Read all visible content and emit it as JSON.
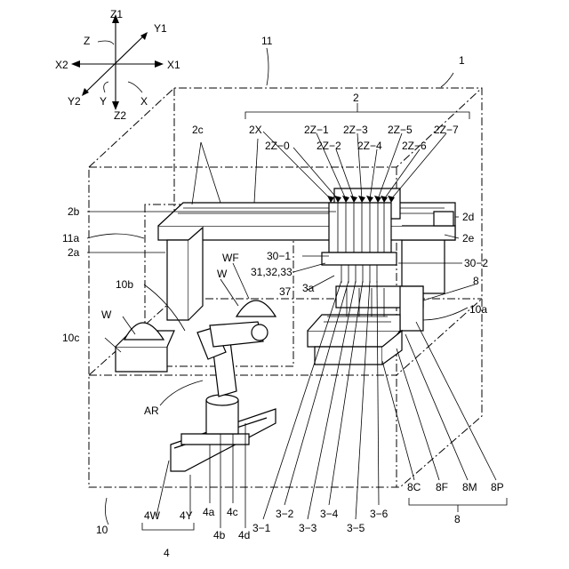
{
  "axes": {
    "z1": "Z1",
    "z2": "Z2",
    "z": "Z",
    "y1": "Y1",
    "y2": "Y2",
    "y": "Y",
    "x1": "X1",
    "x2": "X2",
    "x": "X"
  },
  "labels": {
    "l1": "1",
    "l11": "11",
    "l2": "2",
    "l2c": "2c",
    "l2x": "2X",
    "l2z0": "2Z−0",
    "l2z1": "2Z−1",
    "l2z2": "2Z−2",
    "l2z3": "2Z−3",
    "l2z4": "2Z−4",
    "l2z5": "2Z−5",
    "l2z6": "2Z−6",
    "l2z7": "2Z−7",
    "l2b": "2b",
    "l2d": "2d",
    "l11a": "11a",
    "l2e": "2e",
    "l2a": "2a",
    "l301": "30−1",
    "l302": "30−2",
    "lwf": "WF",
    "lw1": "W",
    "lw2": "W",
    "l313233": "31,32,33",
    "l3a": "3a",
    "l37": "37",
    "l10b": "10b",
    "l10c": "10c",
    "l8top": "8",
    "l10a": "10a",
    "lar": "AR",
    "l8c": "8C",
    "l8f": "8F",
    "l8m": "8M",
    "l8p": "8P",
    "l8bot": "8",
    "l10": "10",
    "l4w": "4W",
    "l4y": "4Y",
    "l4": "4",
    "l4a": "4a",
    "l4b": "4b",
    "l4c": "4c",
    "l4d": "4d",
    "l31": "3−1",
    "l32": "3−2",
    "l33": "3−3",
    "l34": "3−4",
    "l35": "3−5",
    "l36": "3−6"
  }
}
